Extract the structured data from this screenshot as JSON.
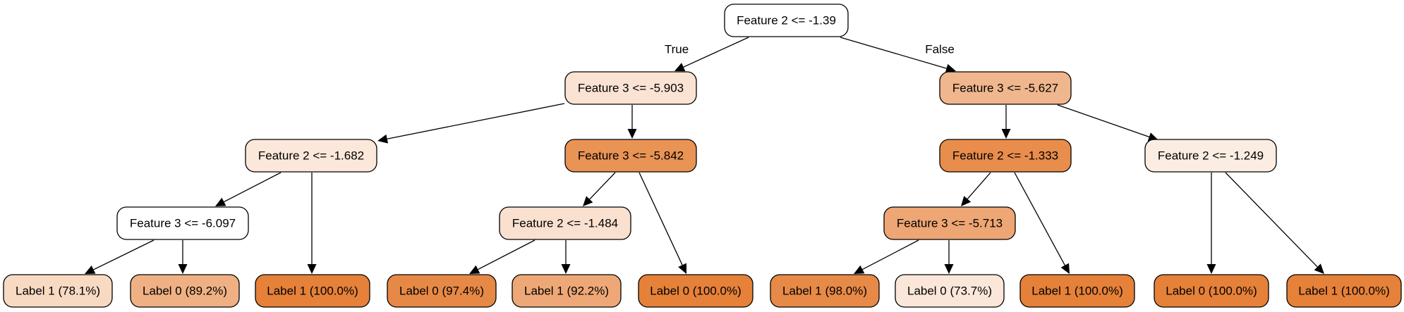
{
  "tree": {
    "nodes": [
      {
        "id": "n0",
        "text": "Feature 2 <= -1.39",
        "color": "#ffffff"
      },
      {
        "id": "n1",
        "text": "Feature 3 <= -5.903",
        "color": "#fbe3d4"
      },
      {
        "id": "n2",
        "text": "Feature 3 <= -5.627",
        "color": "#f0b68d"
      },
      {
        "id": "n3",
        "text": "Feature 2 <= -1.682",
        "color": "#fce8da"
      },
      {
        "id": "n4",
        "text": "Feature 3 <= -5.842",
        "color": "#e99355"
      },
      {
        "id": "n5",
        "text": "Feature 2 <= -1.333",
        "color": "#e88d4c"
      },
      {
        "id": "n6",
        "text": "Feature 2 <= -1.249",
        "color": "#fcede2"
      },
      {
        "id": "n7",
        "text": "Feature 3 <= -6.097",
        "color": "#ffffff"
      },
      {
        "id": "n8",
        "text": "Label 1 (100.0%)",
        "color": "#e58139"
      },
      {
        "id": "n9",
        "text": "Feature 2 <= -1.484",
        "color": "#f9e0cf"
      },
      {
        "id": "n10",
        "text": "Label 0 (100.0%)",
        "color": "#e58139"
      },
      {
        "id": "n11",
        "text": "Feature 3 <= -5.713",
        "color": "#eda674"
      },
      {
        "id": "n12",
        "text": "Label 1 (100.0%)",
        "color": "#e58139"
      },
      {
        "id": "n13",
        "text": "Label 0 (100.0%)",
        "color": "#e58139"
      },
      {
        "id": "n14",
        "text": "Label 1 (100.0%)",
        "color": "#e58139"
      },
      {
        "id": "n15",
        "text": "Label 1 (78.1%)",
        "color": "#f8dac3"
      },
      {
        "id": "n16",
        "text": "Label 0 (89.2%)",
        "color": "#efb184"
      },
      {
        "id": "n17",
        "text": "Label 0 (97.4%)",
        "color": "#e78946"
      },
      {
        "id": "n18",
        "text": "Label 1 (92.2%)",
        "color": "#eea877"
      },
      {
        "id": "n19",
        "text": "Label 1 (98.0%)",
        "color": "#e78a47"
      },
      {
        "id": "n20",
        "text": "Label 0 (73.7%)",
        "color": "#fbe7d9"
      }
    ],
    "edges": [
      {
        "from": "n0",
        "to": "n1",
        "label": "True"
      },
      {
        "from": "n0",
        "to": "n2",
        "label": "False"
      },
      {
        "from": "n1",
        "to": "n3",
        "label": ""
      },
      {
        "from": "n1",
        "to": "n4",
        "label": ""
      },
      {
        "from": "n2",
        "to": "n5",
        "label": ""
      },
      {
        "from": "n2",
        "to": "n6",
        "label": ""
      },
      {
        "from": "n3",
        "to": "n7",
        "label": ""
      },
      {
        "from": "n3",
        "to": "n8",
        "label": ""
      },
      {
        "from": "n4",
        "to": "n9",
        "label": ""
      },
      {
        "from": "n4",
        "to": "n10",
        "label": ""
      },
      {
        "from": "n5",
        "to": "n11",
        "label": ""
      },
      {
        "from": "n5",
        "to": "n12",
        "label": ""
      },
      {
        "from": "n6",
        "to": "n13",
        "label": ""
      },
      {
        "from": "n6",
        "to": "n14",
        "label": ""
      },
      {
        "from": "n7",
        "to": "n15",
        "label": ""
      },
      {
        "from": "n7",
        "to": "n16",
        "label": ""
      },
      {
        "from": "n9",
        "to": "n17",
        "label": ""
      },
      {
        "from": "n9",
        "to": "n18",
        "label": ""
      },
      {
        "from": "n11",
        "to": "n19",
        "label": ""
      },
      {
        "from": "n11",
        "to": "n20",
        "label": ""
      }
    ]
  }
}
